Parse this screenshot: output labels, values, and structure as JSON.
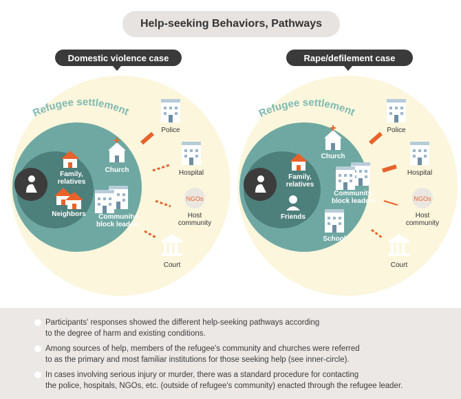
{
  "title": "Help-seeking Behaviors, Pathways",
  "colors": {
    "outer_circle": "#fbf6dc",
    "settlement_circle": "#6fa8a2",
    "inner_circle": "#4d7f7b",
    "label_pill": "#3a3a3a",
    "arrow": "#e8622a",
    "settlement_label": "#7fb9b2"
  },
  "left_panel": {
    "case_label": "Domestic violence case",
    "settlement_label": "Refugee settlement",
    "inner_items": [
      "Family,\nrelatives",
      "Neighbors"
    ],
    "settlement_items": [
      "Church",
      "Community/\nblock leaders"
    ],
    "outside_items": [
      "Police",
      "Hospital",
      "NGOs",
      "Host\ncommunity",
      "Court"
    ]
  },
  "right_panel": {
    "case_label": "Rape/defilement case",
    "settlement_label": "Refugee settlement",
    "inner_items": [
      "Family,\nrelatives",
      "Friends"
    ],
    "settlement_items": [
      "Church",
      "Community/\nblock leaders",
      "School"
    ],
    "outside_items": [
      "Police",
      "Hospital",
      "NGOs",
      "Host\ncommunity",
      "Court"
    ]
  },
  "bullets": [
    "Participants' responses showed the different help-seeking pathways according\nto the degree of harm and existing conditions.",
    "Among sources of help, members of the refugee's community and churches were referred\nto as the primary and most familiar institutions for those seeking help (see inner-circle).",
    "In cases involving serious injury or murder, there was a standard procedure for contacting\nthe police, hospitals, NGOs, etc. (outside of refugee's community) enacted through the refugee leader."
  ]
}
